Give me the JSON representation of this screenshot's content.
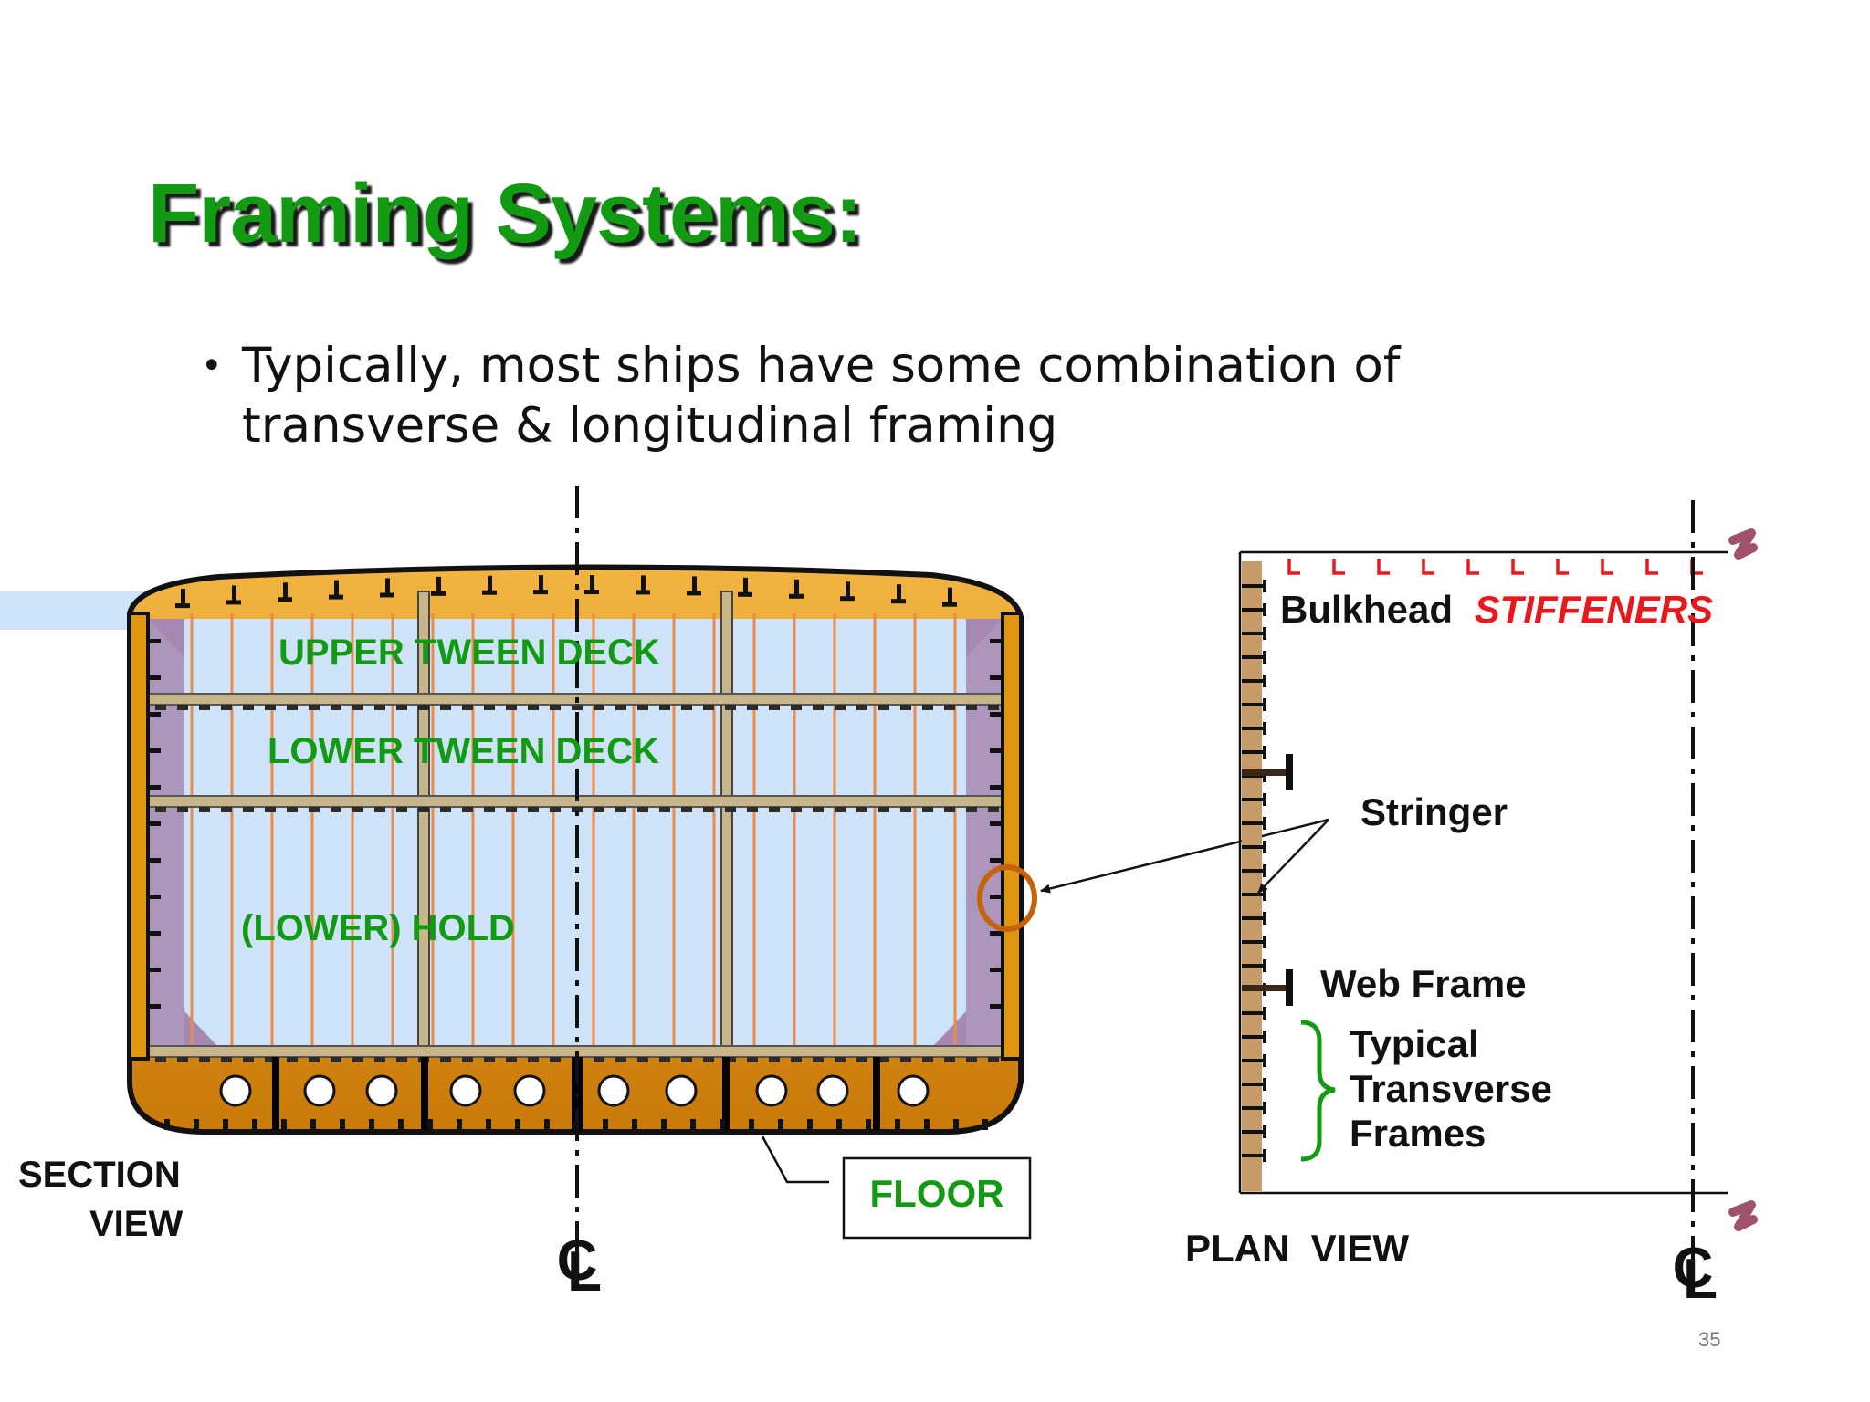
{
  "slide": {
    "title": "Framing Systems:",
    "bullet": "Typically, most ships have some combination of transverse & longitudinal framing",
    "number": "35"
  },
  "section_view": {
    "labels": {
      "upper_tween_deck": "UPPER TWEEN DECK",
      "lower_tween_deck": "LOWER TWEEN DECK",
      "lower_hold": "(LOWER) HOLD",
      "floor": "FLOOR",
      "view_line1": "SECTION",
      "view_line2": "VIEW",
      "centerline": "CL"
    }
  },
  "plan_view": {
    "labels": {
      "bulkhead": "Bulkhead",
      "stiffeners": "STIFFENERS",
      "stringer": "Stringer",
      "web_frame": "Web Frame",
      "typical_line1": "Typical",
      "typical_line2": "Transverse",
      "typical_line3": "Frames",
      "view": "PLAN  VIEW",
      "centerline": "CL"
    }
  },
  "colors": {
    "title": "#129a12",
    "label_green": "#129a12",
    "stiffeners": "#e8181c",
    "hull": "#e0960f",
    "hold_fill": "#cfe3f8",
    "frame_line": "#e88b4b",
    "bulkhead": "#c79a6a",
    "break_mark": "#a0526b",
    "highlight_circle": "#c4620e"
  }
}
